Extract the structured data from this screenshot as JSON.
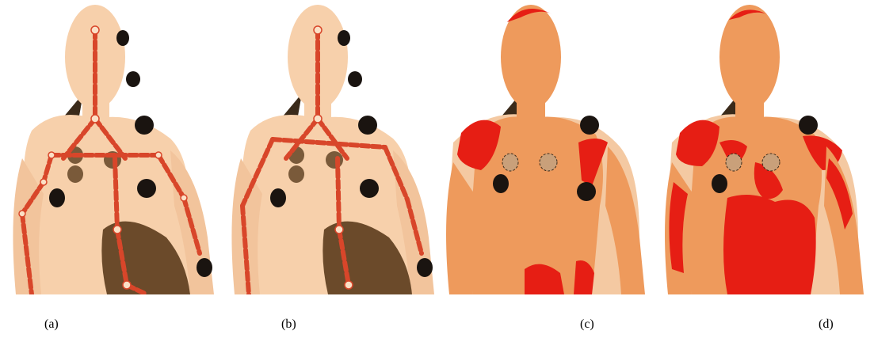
{
  "figure": {
    "panels": [
      {
        "id": "a",
        "caption": "(a)"
      },
      {
        "id": "b",
        "caption": "(b)"
      },
      {
        "id": "c",
        "caption": "(c)"
      },
      {
        "id": "d",
        "caption": "(d)"
      }
    ]
  },
  "colors": {
    "skin_light": "#f7d0ab",
    "skin_shadow": "#e9b68e",
    "dark_shadow": "#3a2a1a",
    "marker_brown": "#7a5a3a",
    "torso_dark": "#6b4a2a",
    "skeleton_red": "#d8462a",
    "joint_light": "#fbe0c6",
    "segment_orange": "#ee9a5c",
    "segment_red": "#e61e14"
  }
}
